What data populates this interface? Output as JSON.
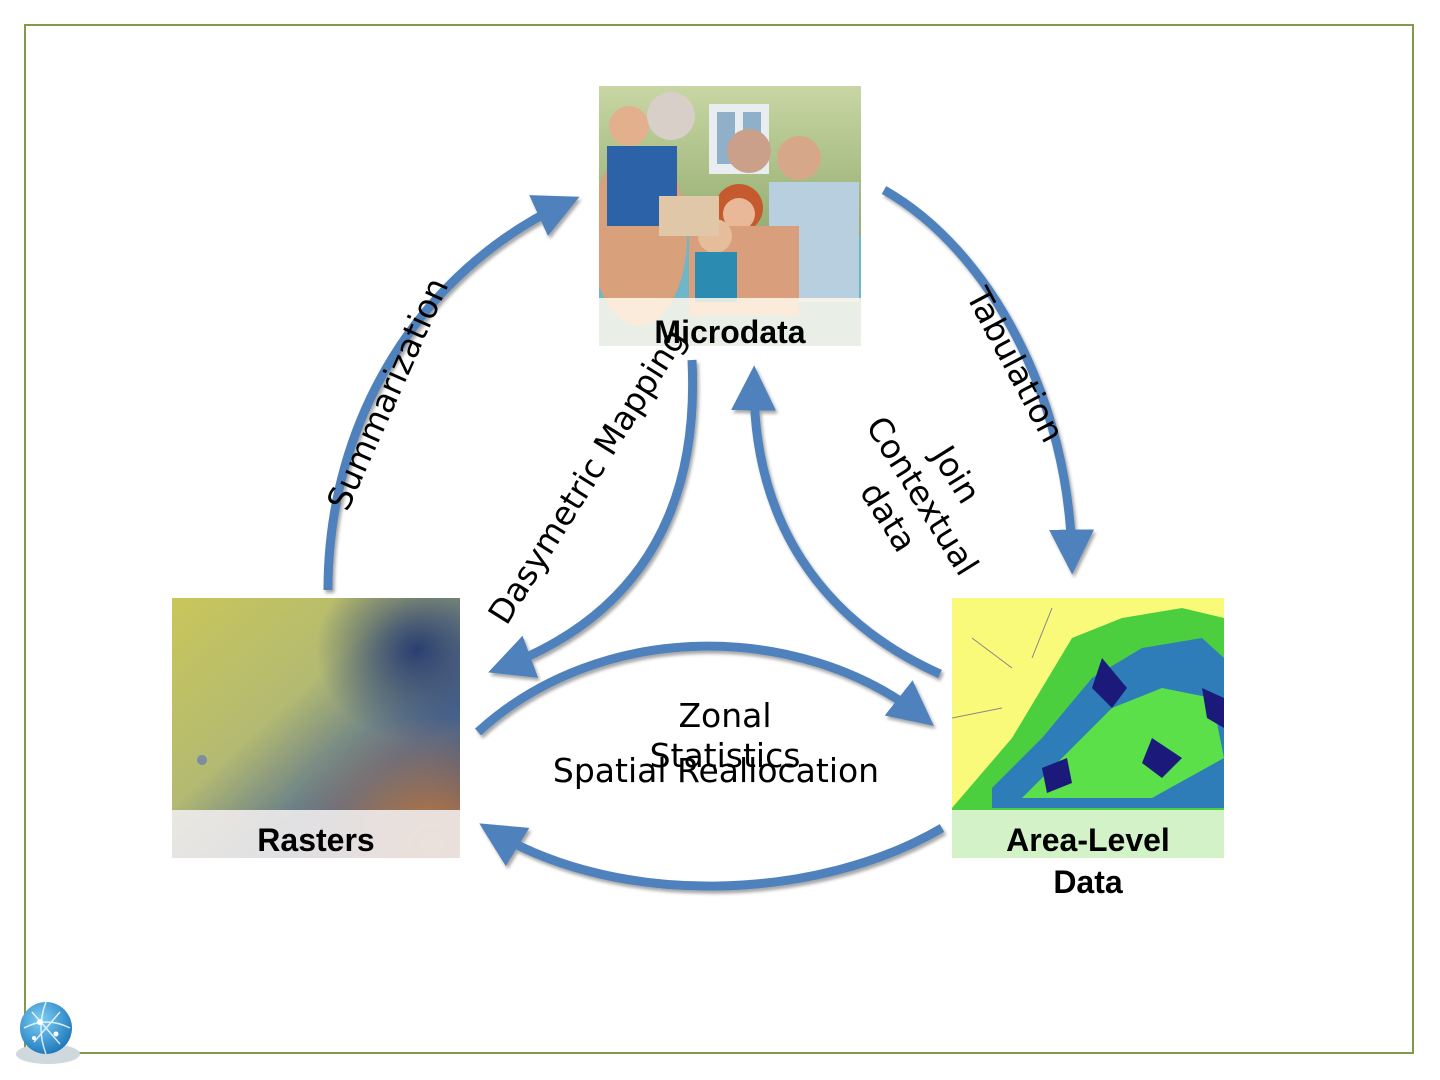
{
  "nodes": {
    "microdata": "Microdata",
    "rasters": "Rasters",
    "area_level": "Area-Level Data"
  },
  "flows": {
    "summarization": "Summarization",
    "tabulation": "Tabulation",
    "dasymetric": "Dasymetric Mapping",
    "join_contextual": "Join Contextual data",
    "zonal_statistics": "Zonal Statistics",
    "spatial_reallocation": "Spatial Reallocation"
  },
  "colors": {
    "arrow": "#4f81bd",
    "frame": "#7f9a48"
  },
  "icons": [
    "globe-logo-icon"
  ]
}
